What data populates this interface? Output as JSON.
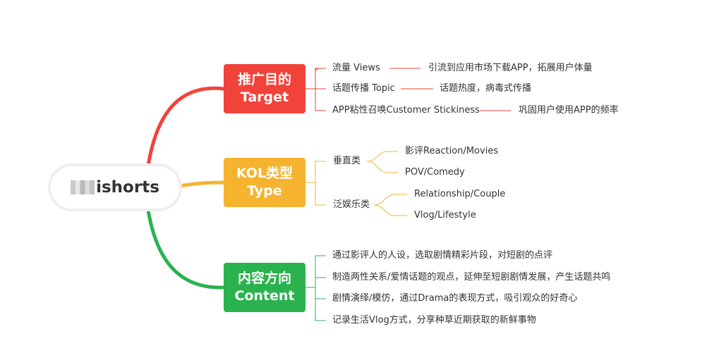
{
  "root": {
    "label_visible": "ishorts"
  },
  "colors": {
    "target": "#f1433a",
    "type": "#f6b32f",
    "content": "#2ab24f"
  },
  "target": {
    "title": "推广目的",
    "subtitle": "Target",
    "items": [
      {
        "label": "流量 Views",
        "detail": "引流到应用市场下载APP，拓展用户体量"
      },
      {
        "label": "话题传播 Topic",
        "detail": "话题热度，病毒式传播"
      },
      {
        "label": "APP粘性召唤Customer Stickiness",
        "detail": "巩固用户使用APP的频率"
      }
    ]
  },
  "type": {
    "title": "KOL类型",
    "subtitle": "Type",
    "groups": [
      {
        "label": "垂直类",
        "children": [
          "影评Reaction/Movies",
          "POV/Comedy"
        ]
      },
      {
        "label": "泛娱乐类",
        "children": [
          "Relationship/Couple",
          "Vlog/Lifestyle"
        ]
      }
    ]
  },
  "content": {
    "title": "内容方向",
    "subtitle": "Content",
    "items": [
      "通过影评人的人设，选取剧情精彩片段，对短剧的点评",
      "制造两性关系/爱情话题的观点，延伸至短剧剧情发展，产生话题共鸣",
      "剧情演绎/模仿，通过Drama的表现方式，吸引观众的好奇心",
      "记录生活Vlog方式，分享种草近期获取的新鲜事物"
    ]
  }
}
